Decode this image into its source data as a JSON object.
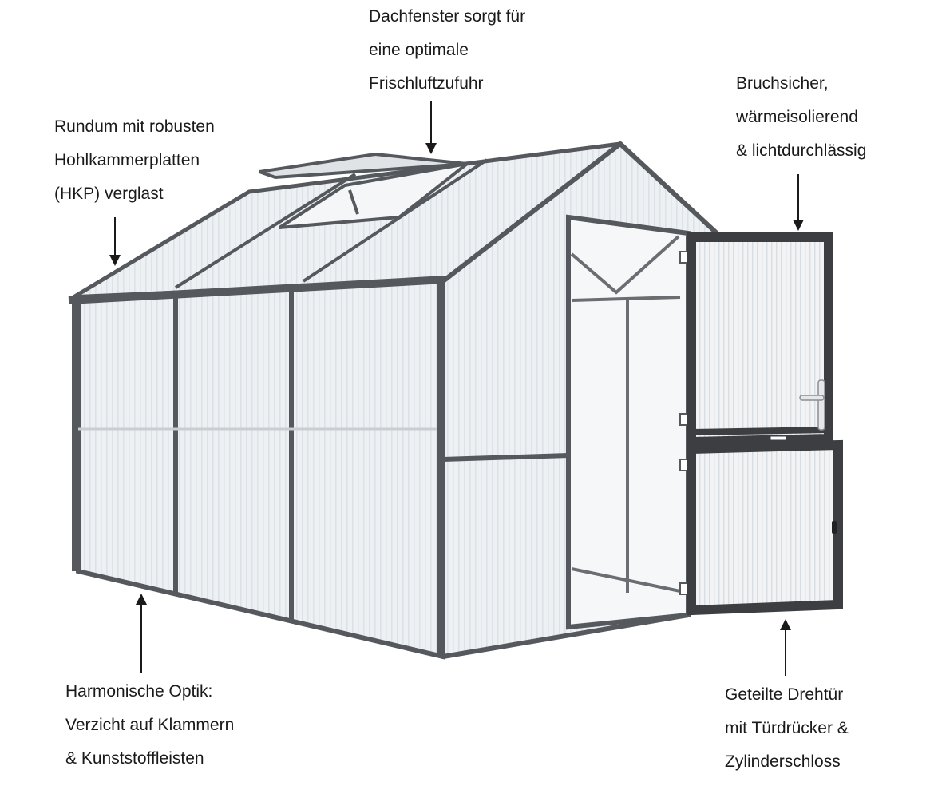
{
  "callouts": {
    "roof_window": {
      "lines": [
        "Dachfenster sorgt für",
        "eine optimale",
        "Frischluftzufuhr"
      ]
    },
    "panels": {
      "lines": [
        "Rundum mit robusten",
        "Hohlkammerplatten",
        "(HKP) verglast"
      ]
    },
    "glazing": {
      "lines": [
        "Bruchsicher,",
        "wärmeisolierend",
        "& lichtdurchlässig"
      ]
    },
    "optics": {
      "lines": [
        "Harmonische Optik:",
        "Verzicht auf Klammern",
        "& Kunststoffleisten"
      ]
    },
    "door": {
      "lines": [
        "Geteilte Drehtür",
        "mit Türdrücker &",
        "Zylinderschloss"
      ]
    }
  },
  "colors": {
    "frame": "#55585c",
    "frame_dark": "#3c3e42",
    "panel": "#eef1f3",
    "panel_shade": "#e2e6e9",
    "text": "#1a1a1a",
    "arrow": "#1a1a1a"
  }
}
